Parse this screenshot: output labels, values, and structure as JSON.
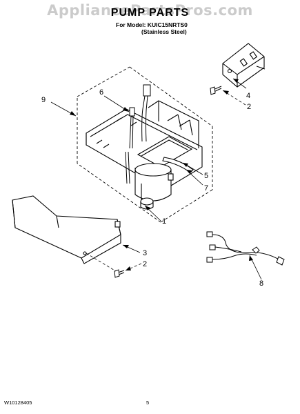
{
  "watermark": "AppliancePartsPros.com",
  "header": {
    "title": "PUMP PARTS",
    "model_line": "For Model: KUIC15NRTS0",
    "variant_line": "(Stainless Steel)"
  },
  "callouts": {
    "c1": "1",
    "c2a": "2",
    "c2b": "2",
    "c3": "3",
    "c4": "4",
    "c5": "5",
    "c6": "6",
    "c7": "7",
    "c8": "8",
    "c9": "9"
  },
  "footer": {
    "doc_number": "W10128405",
    "page_number": "5"
  }
}
